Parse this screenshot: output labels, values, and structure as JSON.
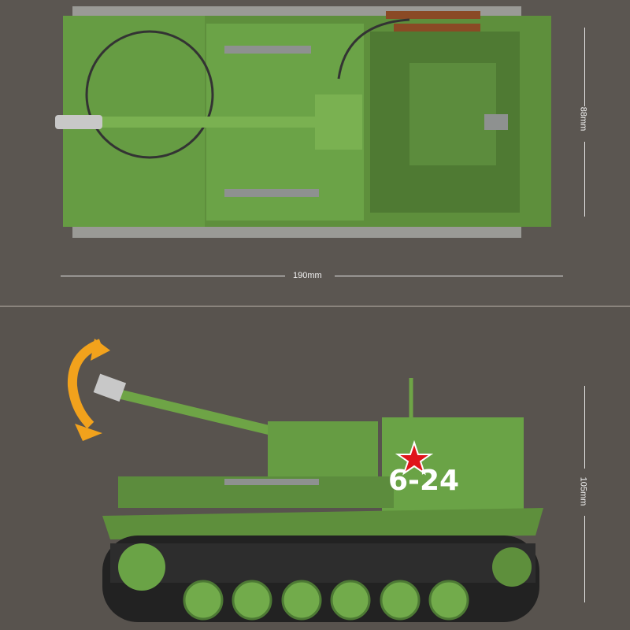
{
  "top_view": {
    "width_label": "190mm",
    "height_label": "88mm"
  },
  "side_view": {
    "height_label": "105mm",
    "hull_number": "6-24",
    "emblem": "red-star"
  },
  "colors": {
    "background": "#5b5651",
    "tank_green": "#6a9a45",
    "tank_dark": "#4d7a34",
    "star_red": "#e0151b",
    "arrow_orange": "#f2a21c"
  }
}
